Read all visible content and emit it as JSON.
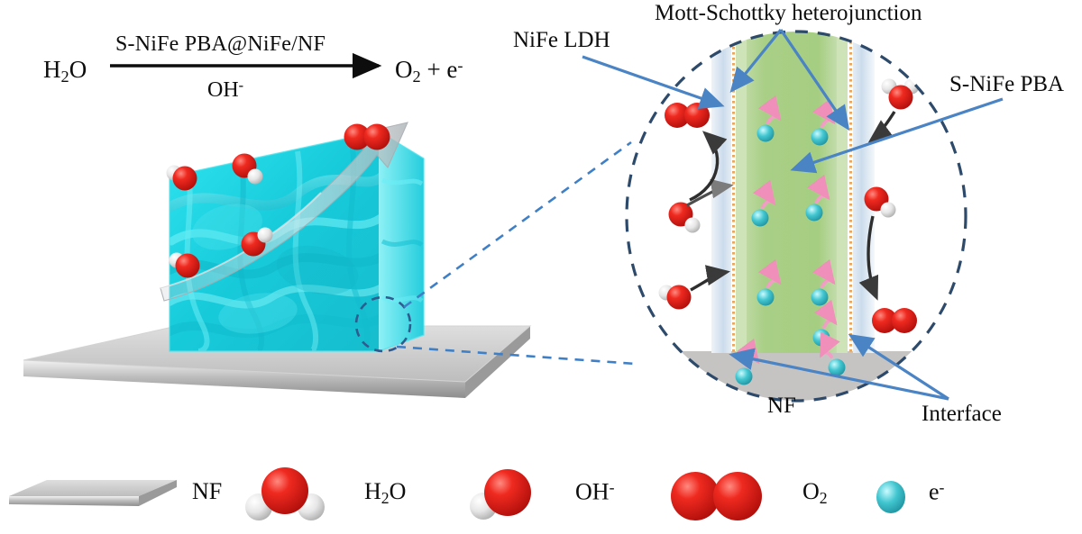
{
  "reaction": {
    "reactant": "H2O",
    "reactant_parts": {
      "pre": "H",
      "sub": "2",
      "post": "O"
    },
    "catalyst_above": "S-NiFe PBA@NiFe/NF",
    "electrolyte_below": "OH-",
    "product": "O2 + e-"
  },
  "labels": {
    "mott_schottky": "Mott-Schottky heterojunction",
    "nife_ldh": "NiFe LDH",
    "s_nife_pba": "S-NiFe PBA",
    "interface": "Interface",
    "nf_in_circle": "NF"
  },
  "legend": {
    "items": [
      {
        "key": "nf",
        "label": "NF",
        "icon": "gray-plate-icon",
        "color": "#b9b9b9"
      },
      {
        "key": "h2o",
        "label": "H2O",
        "icon": "water-molecule-icon",
        "color": "#e01b1b"
      },
      {
        "key": "oh",
        "label": "OH-",
        "icon": "hydroxide-icon",
        "color": "#e01b1b"
      },
      {
        "key": "o2",
        "label": "O2",
        "icon": "dioxygen-icon",
        "color": "#e8201c"
      },
      {
        "key": "e",
        "label": "e-",
        "icon": "electron-icon",
        "color": "#3fc3cd"
      }
    ]
  },
  "colors": {
    "nanosheet_cyan": "#1fd4e0",
    "nickel_foam_gray": "#b5b5b5",
    "pba_green": "#a9cf86",
    "ldh_light_blue": "#ccdcec",
    "interface_dotted": "#e8b06a",
    "arrow_blue": "#4a84c4",
    "dashed_circle_navy": "#2d4a6b",
    "oxygen_red": "#e2201c",
    "hydrogen_white": "#e9e9e9",
    "electron_teal": "#35bfc9",
    "spin_pink": "#f29ec4"
  },
  "scene": {
    "left_block": {
      "name": "s-nife-pba-at-nife-on-nf-block",
      "substrate": "NF"
    },
    "magnified_circle": {
      "name": "mott-schottky-magnification",
      "column_layers": [
        "NiFe LDH",
        "interface",
        "S-NiFe PBA",
        "interface",
        "NiFe LDH"
      ],
      "bottom_region": "NF"
    }
  }
}
